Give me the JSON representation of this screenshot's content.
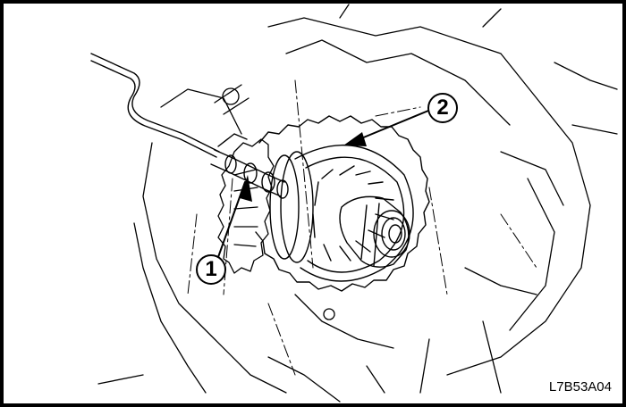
{
  "figure": {
    "code": "L7B53A04",
    "callouts": [
      {
        "number": "1",
        "target": "shaft-tool"
      },
      {
        "number": "2",
        "target": "gear-assembly"
      }
    ],
    "colors": {
      "line": "#000000",
      "background": "#ffffff"
    }
  }
}
